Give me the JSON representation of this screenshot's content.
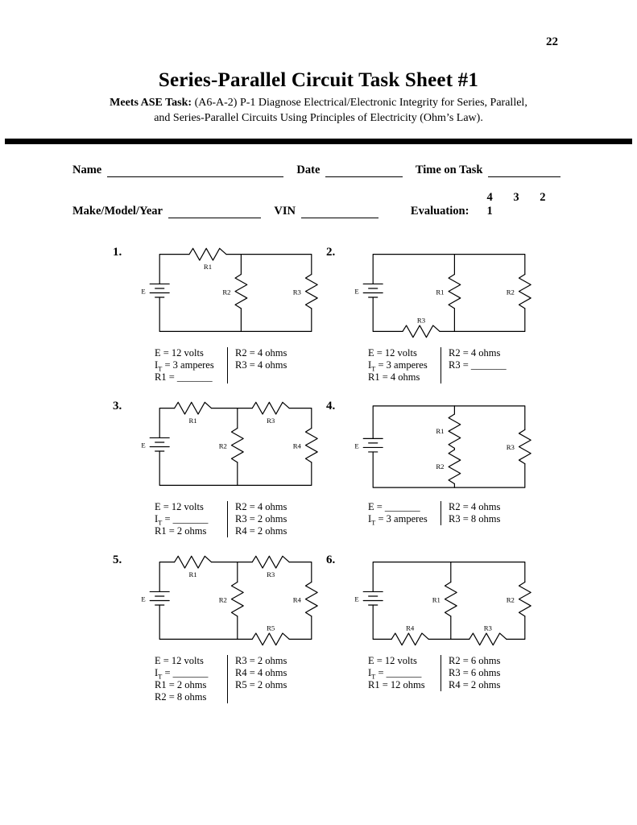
{
  "page_number": "22",
  "header": {
    "title": "Series-Parallel Circuit Task Sheet #1",
    "meets_label": "Meets ASE Task:",
    "meets_line1": " (A6-A-2) P-1  Diagnose Electrical/Electronic Integrity for Series, Parallel,",
    "meets_line2": "and Series-Parallel Circuits Using Principles of Electricity (Ohm’s Law)."
  },
  "form": {
    "name_label": "Name",
    "date_label": "Date",
    "time_on_task_label": "Time on Task",
    "make_model_year_label": "Make/Model/Year",
    "vin_label": "VIN",
    "evaluation_label": "Evaluation:",
    "evaluation_values": [
      "4",
      "3",
      "2",
      "1"
    ]
  },
  "circuits": [
    {
      "number": "1.",
      "labels": {
        "e": "E",
        "r1": "R1",
        "r2": "R2",
        "r3": "R3"
      },
      "left_lines": [
        {
          "pre": "E = 12 volts"
        },
        {
          "pre": "I",
          "sub": "T",
          "post": " = 3 amperes"
        },
        {
          "pre": "R1 = _______"
        }
      ],
      "right_lines": [
        {
          "pre": "R2 = 4 ohms"
        },
        {
          "pre": "R3 = 4 ohms"
        }
      ]
    },
    {
      "number": "2.",
      "labels": {
        "e": "E",
        "r1": "R1",
        "r2": "R2",
        "r3": "R3"
      },
      "left_lines": [
        {
          "pre": "E = 12 volts"
        },
        {
          "pre": "I",
          "sub": "T",
          "post": " = 3 amperes"
        },
        {
          "pre": "R1 = 4 ohms"
        }
      ],
      "right_lines": [
        {
          "pre": "R2 = 4 ohms"
        },
        {
          "pre": "R3 = _______"
        }
      ]
    },
    {
      "number": "3.",
      "labels": {
        "e": "E",
        "r1": "R1",
        "r2": "R2",
        "r3": "R3",
        "r4": "R4"
      },
      "left_lines": [
        {
          "pre": "E = 12 volts"
        },
        {
          "pre": "I",
          "sub": "T",
          "post": " = _______"
        },
        {
          "pre": "R1 = 2 ohms"
        }
      ],
      "right_lines": [
        {
          "pre": "R2 = 4 ohms"
        },
        {
          "pre": "R3 = 2 ohms"
        },
        {
          "pre": "R4 = 2 ohms"
        }
      ]
    },
    {
      "number": "4.",
      "labels": {
        "e": "E",
        "r1": "R1",
        "r2": "R2",
        "r3": "R3"
      },
      "left_lines": [
        {
          "pre": "E = _______"
        },
        {
          "pre": "I",
          "sub": "T",
          "post": " = 3 amperes"
        }
      ],
      "right_lines": [
        {
          "pre": "R2 = 4 ohms"
        },
        {
          "pre": "R3 = 8 ohms"
        }
      ]
    },
    {
      "number": "5.",
      "labels": {
        "e": "E",
        "r1": "R1",
        "r2": "R2",
        "r3": "R3",
        "r4": "R4",
        "r5": "R5"
      },
      "left_lines": [
        {
          "pre": "E = 12 volts"
        },
        {
          "pre": "I",
          "sub": "T",
          "post": " = _______"
        },
        {
          "pre": "R1 = 2 ohms"
        },
        {
          "pre": "R2 = 8 ohms"
        }
      ],
      "right_lines": [
        {
          "pre": "R3 = 2 ohms"
        },
        {
          "pre": "R4 = 4 ohms"
        },
        {
          "pre": "R5 = 2 ohms"
        }
      ]
    },
    {
      "number": "6.",
      "labels": {
        "e": "E",
        "r1": "R1",
        "r2": "R2",
        "r3": "R3",
        "r4": "R4"
      },
      "left_lines": [
        {
          "pre": "E = 12 volts"
        },
        {
          "pre": "I",
          "sub": "T",
          "post": " = _______"
        },
        {
          "pre": "R1 = 12 ohms"
        }
      ],
      "right_lines": [
        {
          "pre": "R2 = 6 ohms"
        },
        {
          "pre": "R3 = 6 ohms"
        },
        {
          "pre": "R4 = 2 ohms"
        }
      ]
    }
  ]
}
